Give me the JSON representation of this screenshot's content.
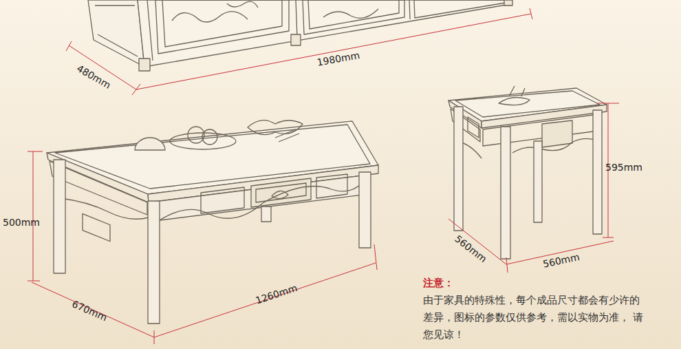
{
  "diagram": {
    "labels": [
      "480mm",
      "1980mm",
      "500mm",
      "1260mm",
      "670mm",
      "595mm",
      "560mm",
      "560mm",
      "注意：",
      "由于家具的特殊性，每个成品尺寸都会有少许的 差异，图标的参数仅供参考，需以实物为准， 请您见谅！"
    ]
  }
}
